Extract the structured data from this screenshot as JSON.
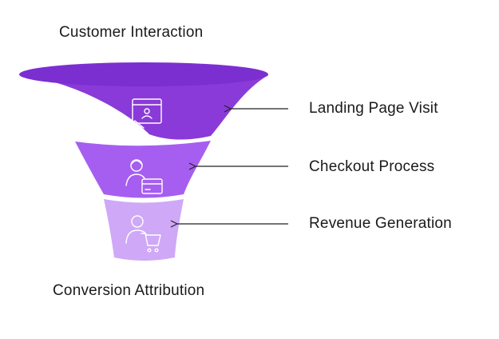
{
  "title": "Customer Interaction",
  "footer": "Conversion Attribution",
  "stages": [
    {
      "label": "Landing Page Visit",
      "icon": "landing-page-icon",
      "color": "#8a3ad9"
    },
    {
      "label": "Checkout Process",
      "icon": "checkout-icon",
      "color": "#a65ef0"
    },
    {
      "label": "Revenue Generation",
      "icon": "revenue-cart-icon",
      "color": "#cfa8f7"
    }
  ],
  "rim_color": "#7b2fd0"
}
